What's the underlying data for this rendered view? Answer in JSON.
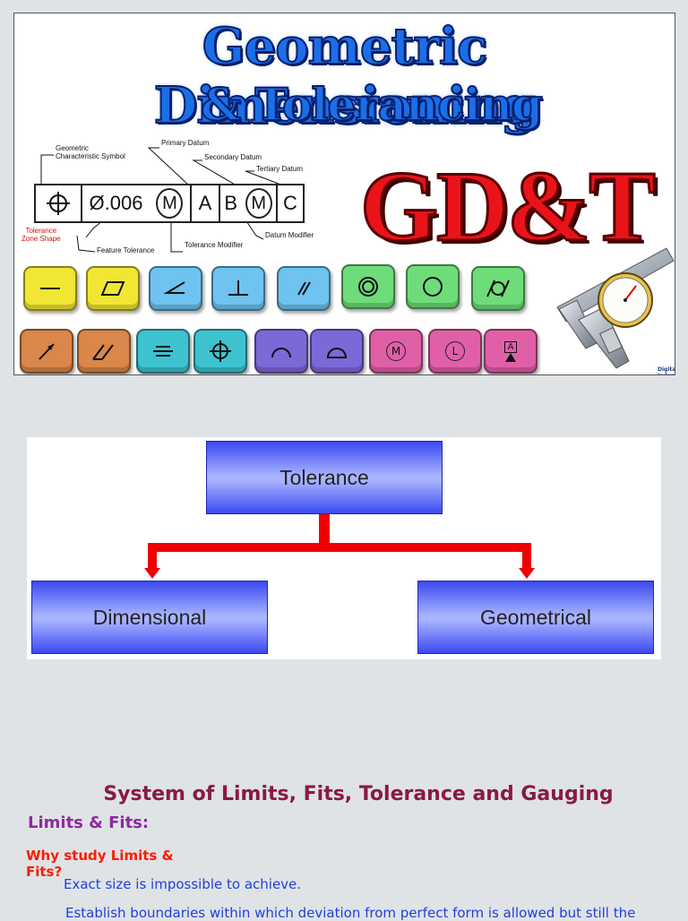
{
  "banner": {
    "title_line1": "Geometric Dimensioning",
    "title_line2": "& Tolerancing",
    "acronym": "GD&T",
    "feature_control_frame": {
      "diameter_value": "Ø.006",
      "modifier_1": "M",
      "datum_a": "A",
      "datum_b": "B",
      "modifier_2": "M",
      "datum_c": "C"
    },
    "callouts": {
      "geometric_symbol": "Geometric\nCharacteristic Symbol",
      "primary_datum": "Primary Datum",
      "secondary_datum": "Secondary Datum",
      "tertiary_datum": "Tertiary Datum",
      "tolerance_zone_shape": "Tolerance\nZone Shape",
      "feature_tolerance": "Feature Tolerance",
      "tolerance_modifier": "Tolerance Modifier",
      "datum_modifier": "Datum Modifier"
    },
    "tiles_row1": [
      {
        "icon": "straightness-icon",
        "color": "#f2e634"
      },
      {
        "icon": "flatness-icon",
        "color": "#f2e634"
      },
      {
        "icon": "angularity-icon",
        "color": "#6ec3f0"
      },
      {
        "icon": "perpendicularity-icon",
        "color": "#6ec3f0"
      },
      {
        "icon": "parallelism-icon",
        "color": "#6ec3f0"
      },
      {
        "icon": "concentricity-icon",
        "color": "#6fdc7a"
      },
      {
        "icon": "circularity-icon",
        "color": "#6fdc7a"
      },
      {
        "icon": "cylindricity-icon",
        "color": "#6fdc7a"
      }
    ],
    "tiles_row2": [
      {
        "icon": "circular-runout-icon",
        "color": "#d9874a"
      },
      {
        "icon": "total-runout-icon",
        "color": "#d9874a"
      },
      {
        "icon": "symmetry-icon",
        "color": "#3fc2cf"
      },
      {
        "icon": "position-icon",
        "color": "#3fc2cf"
      },
      {
        "icon": "profile-of-line-icon",
        "color": "#7d68d8"
      },
      {
        "icon": "profile-of-surface-icon",
        "color": "#7d68d8"
      },
      {
        "icon": "mmc-icon",
        "color": "#e060a8"
      },
      {
        "icon": "lmc-icon",
        "color": "#e060a8"
      },
      {
        "icon": "datum-feature-icon",
        "color": "#e060a8"
      }
    ],
    "mmc_letter": "M",
    "lmc_letter": "L",
    "datum_letter": "A",
    "logo_text": "Digital\nIndustrial"
  },
  "diagram": {
    "root": "Tolerance",
    "left_child": "Dimensional",
    "right_child": "Geometrical",
    "arrow_color": "#f00000"
  },
  "content": {
    "section_title": "System of Limits, Fits, Tolerance and Gauging",
    "subheading": "Limits & Fits:",
    "why_study": "Why study Limits & Fits?",
    "line1": "Exact size is impossible to achieve.",
    "line2": "Establish boundaries within which deviation from perfect form is allowed but still the"
  }
}
